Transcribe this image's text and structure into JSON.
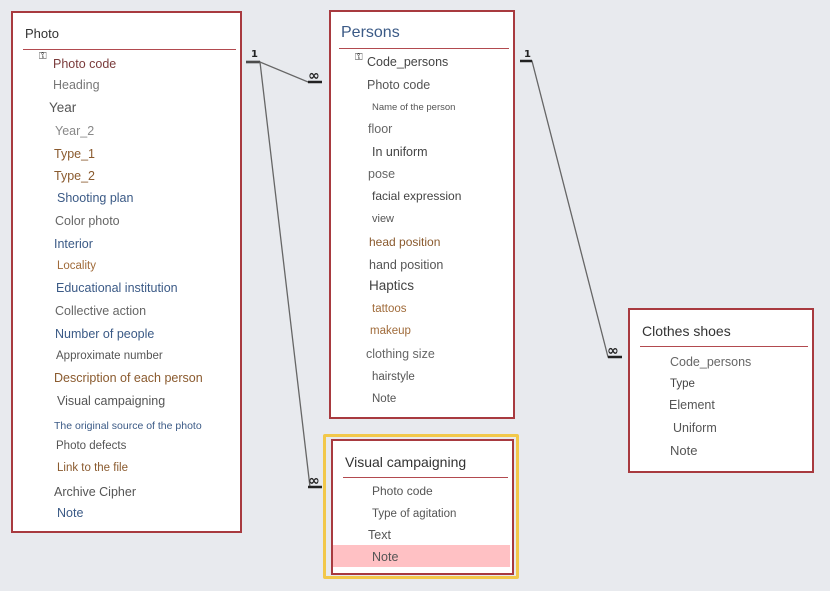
{
  "tables": {
    "photo": {
      "title": "Photo",
      "fields": [
        "Photo code",
        "Heading",
        "Year",
        "Year_2",
        "Type_1",
        "Type_2",
        "Shooting plan",
        "Color photo",
        "Interior",
        "Locality",
        "Educational institution",
        "Collective action",
        "Number of people",
        "Approximate number",
        "Description of each person",
        "Visual campaigning",
        "The original source of the photo",
        "Photo defects",
        "Link to the file",
        "Archive Cipher",
        "Note"
      ]
    },
    "persons": {
      "title": "Persons",
      "fields": [
        "Code_persons",
        "Photo code",
        "Name of the person",
        "floor",
        "In uniform",
        "pose",
        "facial expression",
        "view",
        "head position",
        "hand position",
        "Haptics",
        "tattoos",
        "makeup",
        "clothing size",
        "hairstyle",
        "Note"
      ]
    },
    "clothes": {
      "title": "Clothes shoes",
      "fields": [
        "Code_persons",
        "Type",
        "Element",
        "Uniform",
        "Note"
      ]
    },
    "visual": {
      "title": "Visual campaigning",
      "fields": [
        "Photo code",
        "Type of agitation",
        "Text",
        "Note"
      ]
    }
  },
  "relations": {
    "one_label": "1",
    "many_label": "∞"
  },
  "colors": {
    "border": "#a83a3f",
    "highlight_frame": "#f2c84a",
    "highlight_row": "#ffc1c4",
    "link": "#666666",
    "blue_text": "#3b5a86",
    "brown_text": "#8a5a2e",
    "gray_text": "#666666"
  }
}
